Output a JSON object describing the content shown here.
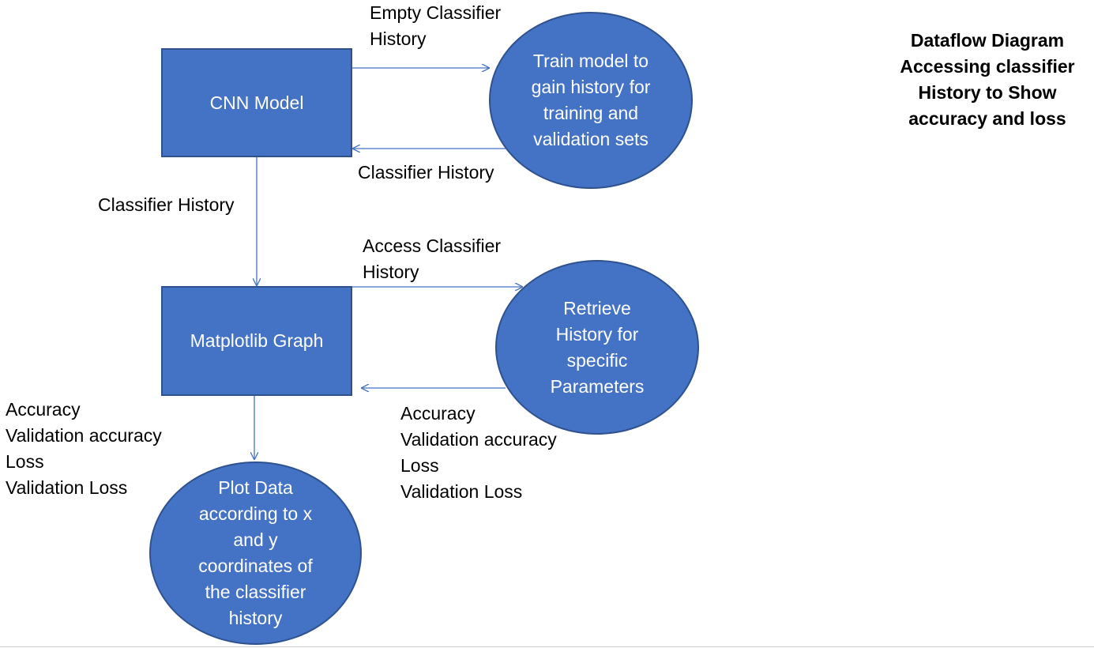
{
  "title": "Dataflow Diagram\nAccessing classifier\nHistory to Show\naccuracy and loss",
  "nodes": {
    "cnn_model": "CNN Model",
    "matplotlib_graph": "Matplotlib Graph",
    "train_model": "Train model to gain history for training and validation sets",
    "retrieve_history": "Retrieve History for specific Parameters",
    "plot_data": "Plot Data according to x and y coordinates of the classifier history"
  },
  "flows": {
    "empty_history": "Empty Classifier\nHistory",
    "classifier_history_return": "Classifier History",
    "classifier_history_down": "Classifier History",
    "access_history": "Access Classifier\nHistory",
    "metrics_return": "Accuracy\nValidation accuracy\nLoss\nValidation Loss",
    "metrics_down": "Accuracy\nValidation accuracy\nLoss\nValidation Loss"
  },
  "colors": {
    "node_fill": "#4472c4",
    "node_border": "#2f528f",
    "arrow": "#4472c4"
  }
}
